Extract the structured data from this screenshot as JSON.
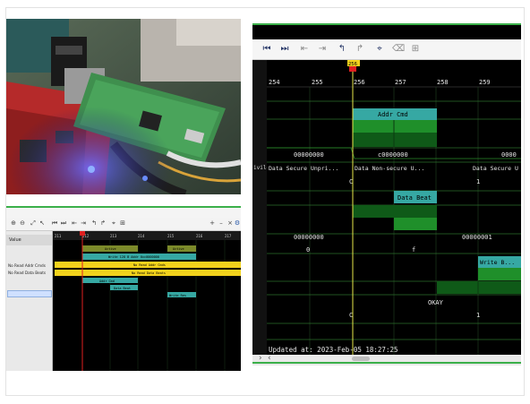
{
  "small_panel": {
    "column_header": "Value",
    "signal_labels": [
      "No Read Addr Cmds",
      "No Read Data Beats"
    ],
    "timeline_labels": [
      "211",
      "212",
      "213",
      "214",
      "215",
      "216",
      "217"
    ],
    "wave_labels": [
      "Active",
      "Active",
      "Write 128 B Addr 0xc0000000",
      "No Read Addr Cmds",
      "No Read Data Beats",
      "Addr Cmd",
      "Data Beat",
      "Write Res"
    ]
  },
  "big_panel": {
    "marker_label": "256",
    "timeline": [
      "254",
      "255",
      "256",
      "257",
      "258",
      "259"
    ],
    "labels": {
      "addr_cmd": "Addr Cmd",
      "addr_zero": "00000000",
      "addr_c0": "c0000000",
      "addr_right": "0000",
      "ds_unpriv": "Data Secure Unpri...",
      "ds_nonsecure": "Data Non-secure U...",
      "ds_secure_right": "Data Secure U",
      "c_1": "C",
      "one_1": "1",
      "data_beat": "Data Beat",
      "val_zero": "00000000",
      "val_one": "00000001",
      "zero": "0",
      "f": "f",
      "write_b": "Write B...",
      "okay": "OKAY",
      "c_2": "C",
      "one_2": "1"
    },
    "side_label": "ivile",
    "updated_text": "Updated at: 2023-Feb-05 18:27:25"
  },
  "colors": {
    "teal": "#36a8a3",
    "dark_green": "#0f5a18",
    "bright_green": "#1f8f2a",
    "yellow": "#f2d21c",
    "olive": "#7c8a2a",
    "marker_red": "#e02020",
    "cursor_yellow": "#e8e84a"
  }
}
